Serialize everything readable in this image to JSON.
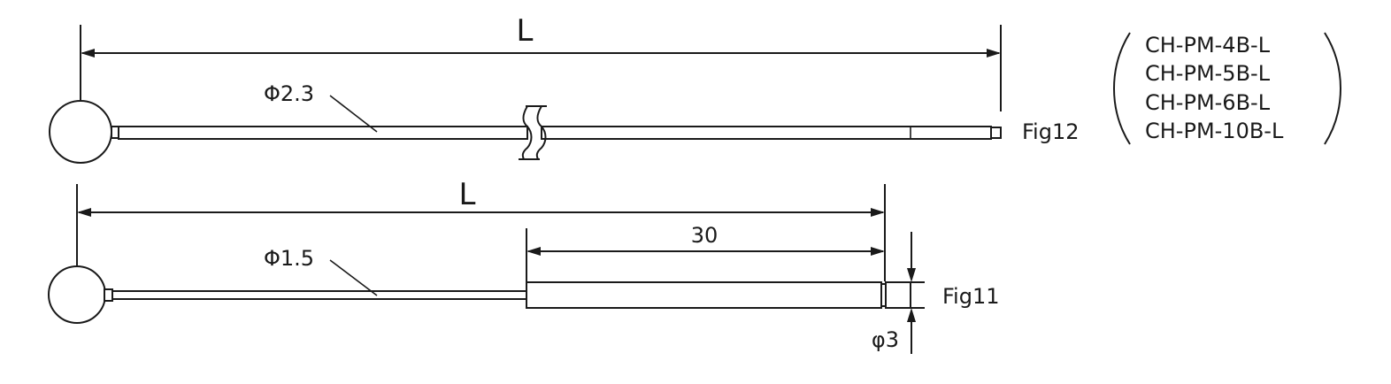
{
  "fig12": {
    "length_label": "L",
    "diameter_label": "Φ2.3",
    "figure_label": "Fig12",
    "models": [
      "CH-PM-4B-L",
      "CH-PM-5B-L",
      "CH-PM-6B-L",
      "CH-PM-10B-L"
    ]
  },
  "fig11": {
    "length_label": "L",
    "tube_length_label": "30",
    "diameter_label": "Φ1.5",
    "tip_diameter_label": "φ3",
    "figure_label": "Fig11"
  }
}
